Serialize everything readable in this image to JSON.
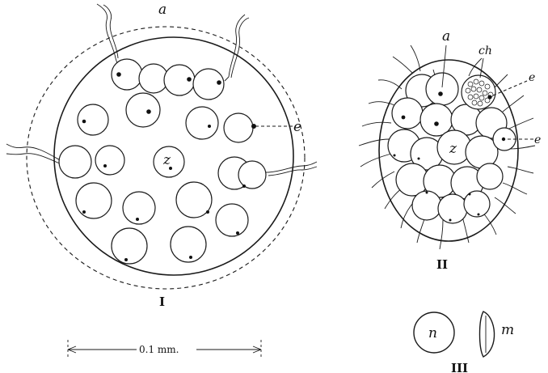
{
  "figure_I": {
    "label_a": "a",
    "label_e": "e",
    "label_z": "z",
    "numeral": "I"
  },
  "figure_II": {
    "label_a": "a",
    "label_ch": "ch",
    "label_e_top": "e",
    "label_e_mid": "e",
    "label_z": "z",
    "numeral": "II"
  },
  "figure_III": {
    "label_n": "n",
    "label_m": "m",
    "numeral": "III"
  },
  "scale_bar": {
    "label": "0.1 mm."
  }
}
